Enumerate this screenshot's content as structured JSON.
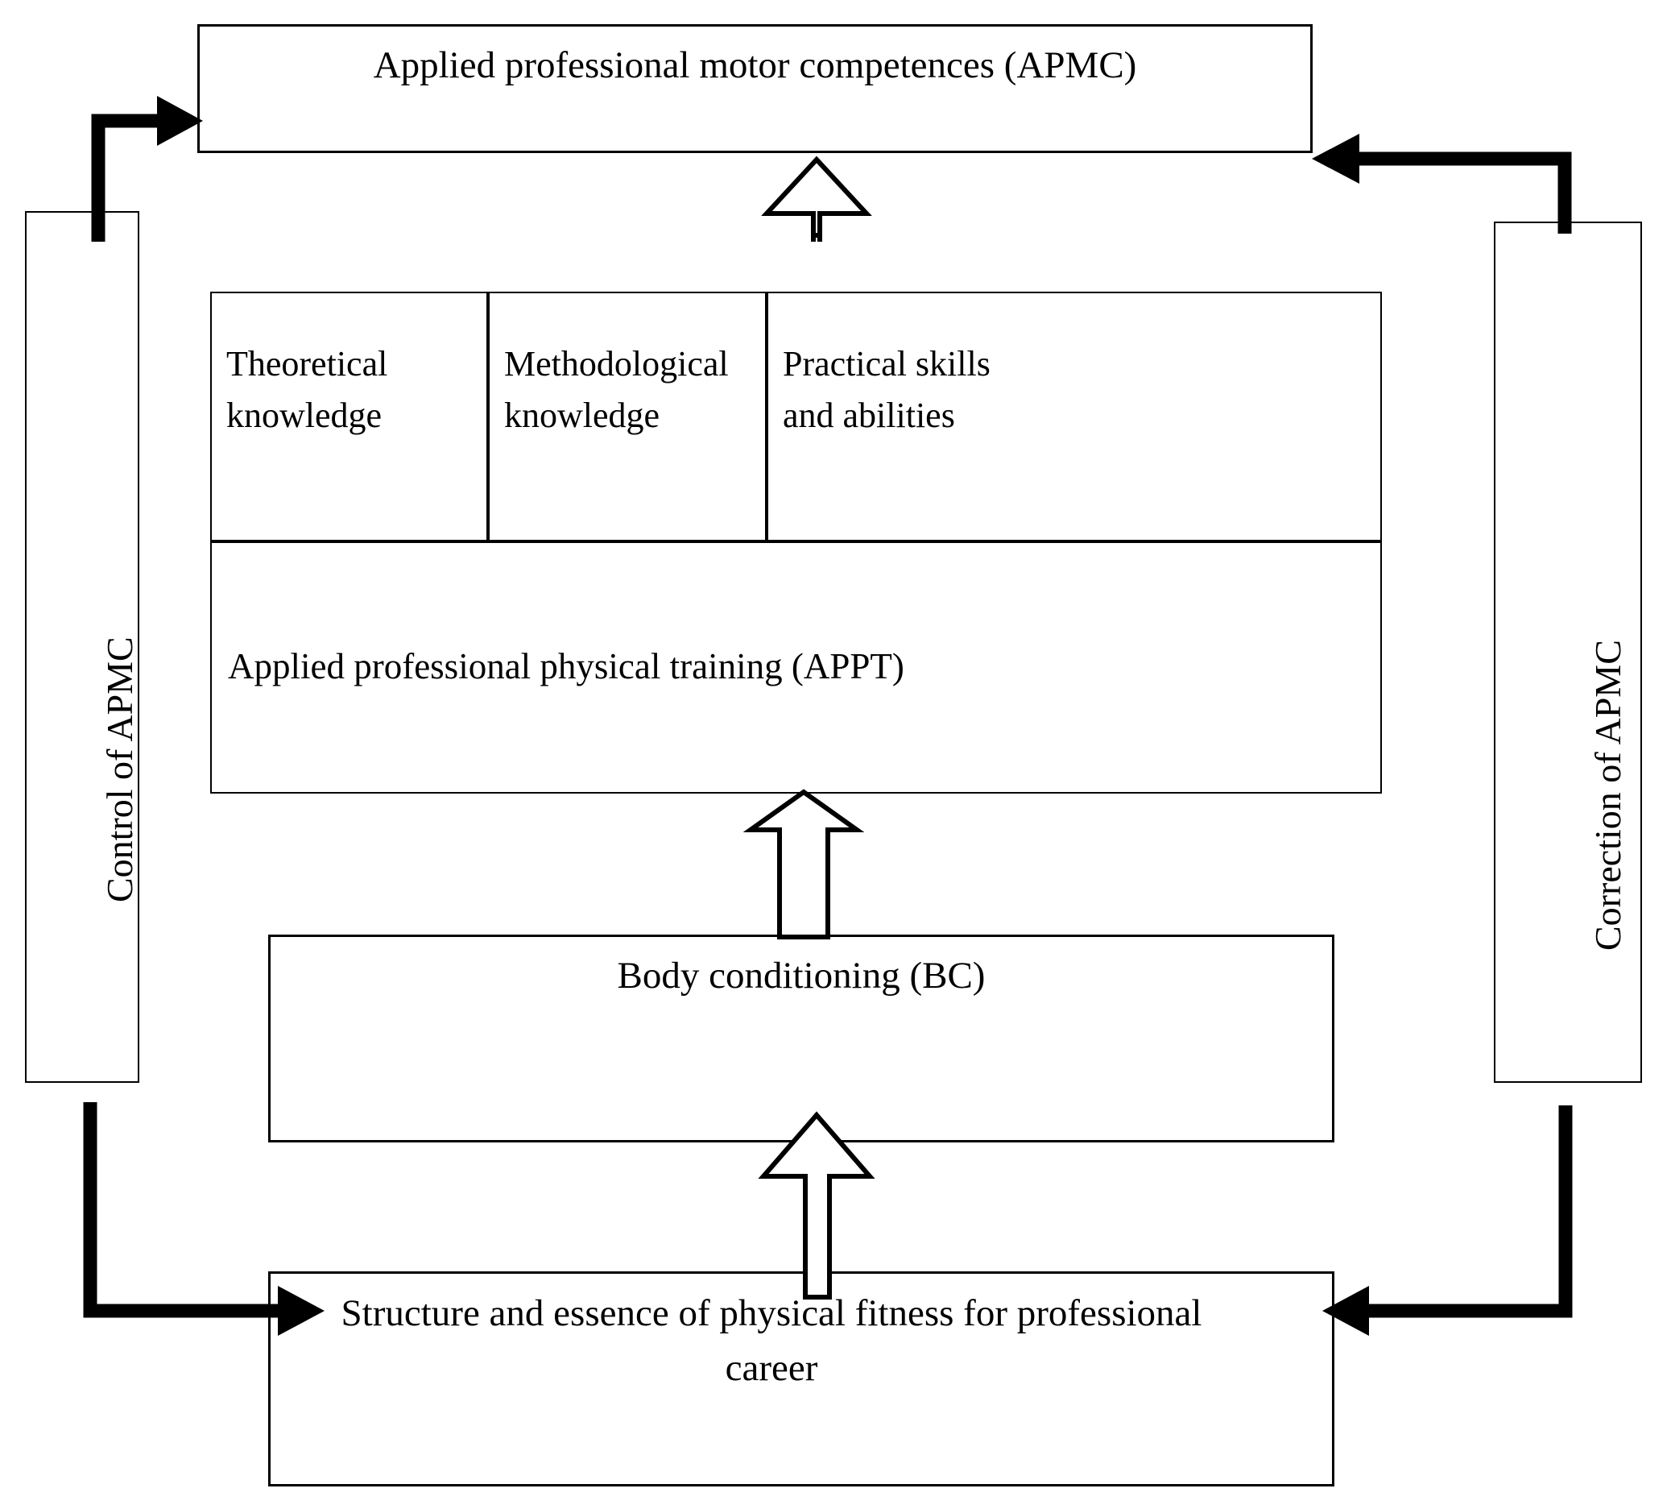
{
  "diagram": {
    "title_box": {
      "label": "Applied professional motor competences (APMC)"
    },
    "left_column": {
      "label": "Control of APMC"
    },
    "right_column": {
      "label": "Correction of APMC"
    },
    "competence_cells": [
      {
        "label": "Theoretical knowledge"
      },
      {
        "label": "Methodological knowledge"
      },
      {
        "label": "Practical skills and abilities"
      }
    ],
    "appt_box": {
      "label": "Applied professional physical training (APPT)"
    },
    "bc_box": {
      "label": "Body conditioning (BC)"
    },
    "foundation_box": {
      "label": "Structure and essence of physical fitness for professional career"
    },
    "connectors": [
      {
        "name": "control-to-apmc",
        "style": "solid-thick",
        "direction": "up-right"
      },
      {
        "name": "correction-to-apmc",
        "style": "solid-thick",
        "direction": "up-left"
      },
      {
        "name": "control-to-foundation",
        "style": "solid-thick",
        "direction": "down-right"
      },
      {
        "name": "correction-to-foundation",
        "style": "solid-thick",
        "direction": "down-left"
      },
      {
        "name": "competences-to-apmc",
        "style": "hollow-block",
        "direction": "up"
      },
      {
        "name": "bc-to-appt",
        "style": "hollow-block",
        "direction": "up"
      },
      {
        "name": "foundation-to-bc",
        "style": "hollow-block",
        "direction": "up"
      }
    ],
    "colors": {
      "stroke": "#000000",
      "fill": "#ffffff"
    }
  }
}
